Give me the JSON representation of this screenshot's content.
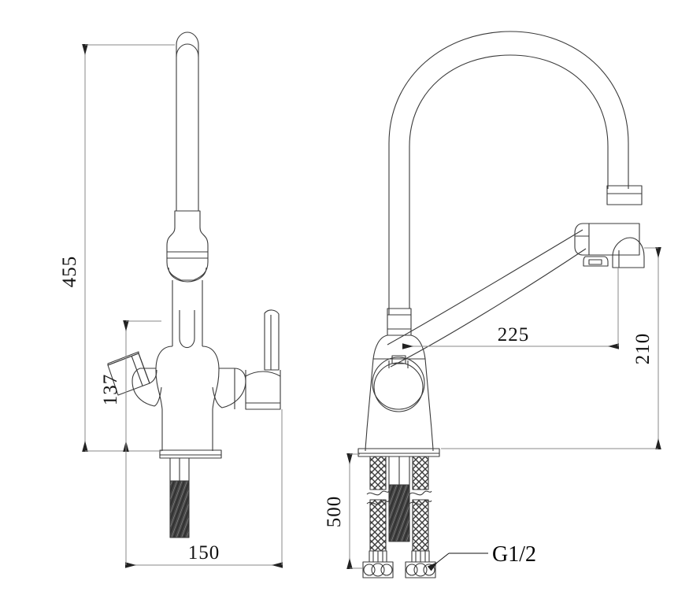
{
  "drawing": {
    "title": "Kitchen faucet technical drawing",
    "background_color": "#ffffff",
    "line_color": "#3a3a3a",
    "dim_line_color": "#6e6e6e",
    "text_color": "#111111",
    "hatch_color": "#3a3a3a",
    "shank_fill": "#3f3f3f",
    "views": [
      {
        "name": "front-view",
        "label": ""
      },
      {
        "name": "side-view",
        "label": ""
      }
    ]
  },
  "dimensions": {
    "overall_height": {
      "value": "455",
      "orientation": "vertical",
      "view": "front"
    },
    "handle_height": {
      "value": "137",
      "orientation": "vertical",
      "view": "front"
    },
    "base_width": {
      "value": "150",
      "orientation": "horizontal",
      "view": "front"
    },
    "spout_reach": {
      "value": "225",
      "orientation": "horizontal",
      "view": "side"
    },
    "spout_height": {
      "value": "210",
      "orientation": "vertical",
      "view": "side"
    },
    "hose_length": {
      "value": "500",
      "orientation": "vertical",
      "view": "side"
    }
  },
  "annotations": {
    "thread_callout": {
      "text": "G1/2",
      "target": "hose-connector-nut"
    }
  }
}
